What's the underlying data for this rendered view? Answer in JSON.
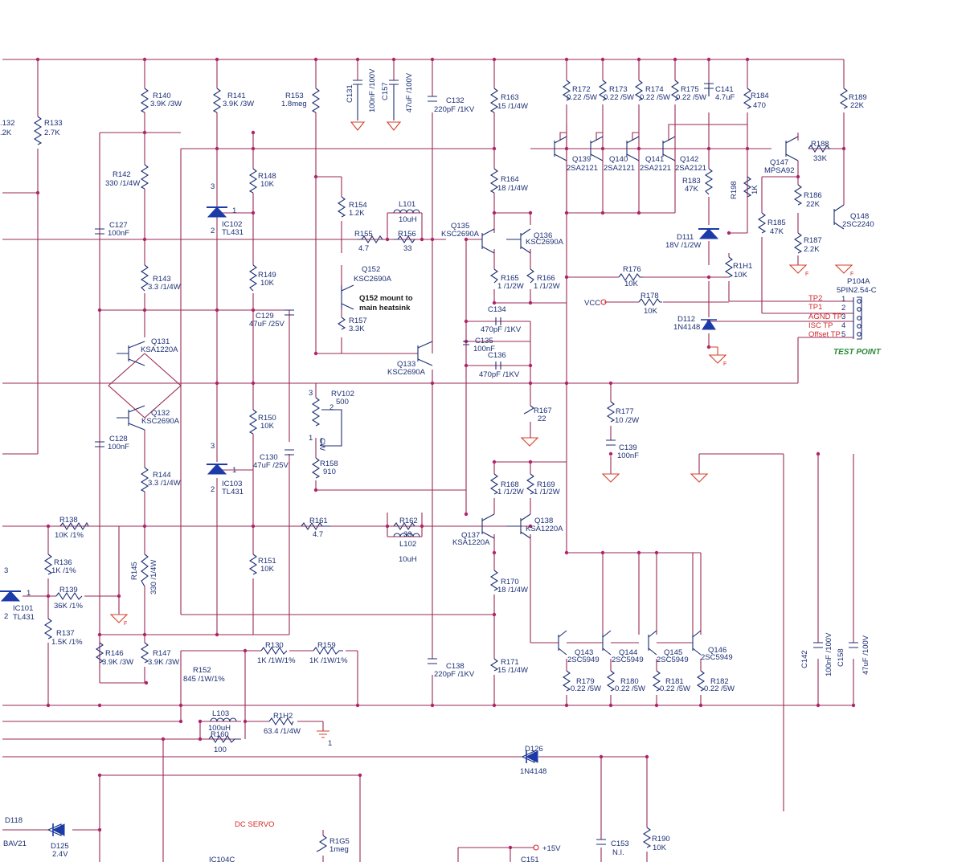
{
  "resistors": [
    {
      "id": "r133",
      "name": "R133",
      "val": "2.7K"
    },
    {
      "id": "r140",
      "name": "R140",
      "val": "3.9K /3W"
    },
    {
      "id": "r141",
      "name": "R141",
      "val": "3.9K /3W"
    },
    {
      "id": "r142",
      "name": "R142",
      "val": "330 /1/4W"
    },
    {
      "id": "r143",
      "name": "R143",
      "val": "3.3 /1/4W"
    },
    {
      "id": "r144",
      "name": "R144",
      "val": "3.3 /1/4W"
    },
    {
      "id": "r145",
      "name": "R145",
      "val": "330 /1/4W"
    },
    {
      "id": "r146",
      "name": "R146",
      "val": "3.9K /3W"
    },
    {
      "id": "r147",
      "name": "R147",
      "val": "3.9K /3W"
    },
    {
      "id": "r148",
      "name": "R148",
      "val": "10K"
    },
    {
      "id": "r149",
      "name": "R149",
      "val": "10K"
    },
    {
      "id": "r150",
      "name": "R150",
      "val": "10K"
    },
    {
      "id": "r151",
      "name": "R151",
      "val": "10K"
    },
    {
      "id": "r152",
      "name": "R152",
      "val": "845 /1W/1%"
    },
    {
      "id": "r153",
      "name": "R153",
      "val": "1.8meg"
    },
    {
      "id": "r154",
      "name": "R154",
      "val": "1.2K"
    },
    {
      "id": "r155",
      "name": "R155",
      "val": "4.7"
    },
    {
      "id": "r156",
      "name": "R156",
      "val": "33"
    },
    {
      "id": "r157",
      "name": "R157",
      "val": "3.3K"
    },
    {
      "id": "r158",
      "name": "R158",
      "val": "910"
    },
    {
      "id": "r159",
      "name": "R159",
      "val": "1K /1W/1%"
    },
    {
      "id": "r130",
      "name": "R130",
      "val": "1K /1W/1%"
    },
    {
      "id": "r160",
      "name": "R160",
      "val": "100"
    },
    {
      "id": "r161",
      "name": "R161",
      "val": "4.7"
    },
    {
      "id": "r162",
      "name": "R162",
      "val": "33"
    },
    {
      "id": "r163",
      "name": "R163",
      "val": "15 /1/4W"
    },
    {
      "id": "r164",
      "name": "R164",
      "val": "18 /1/4W"
    },
    {
      "id": "r165",
      "name": "R165",
      "val": "1 /1/2W"
    },
    {
      "id": "r166",
      "name": "R166",
      "val": "1 /1/2W"
    },
    {
      "id": "r167",
      "name": "R167",
      "val": "22"
    },
    {
      "id": "r168",
      "name": "R168",
      "val": "1 /1/2W"
    },
    {
      "id": "r169",
      "name": "R169",
      "val": "1 /1/2W"
    },
    {
      "id": "r170",
      "name": "R170",
      "val": "18 /1/4W"
    },
    {
      "id": "r171",
      "name": "R171",
      "val": "15 /1/4W"
    },
    {
      "id": "r172",
      "name": "R172",
      "val": "0.22 /5W"
    },
    {
      "id": "r173",
      "name": "R173",
      "val": "0.22 /5W"
    },
    {
      "id": "r174",
      "name": "R174",
      "val": "0.22 /5W"
    },
    {
      "id": "r175",
      "name": "R175",
      "val": "0.22 /5W"
    },
    {
      "id": "r176",
      "name": "R176",
      "val": "10K"
    },
    {
      "id": "r177",
      "name": "R177",
      "val": "10 /2W"
    },
    {
      "id": "r178",
      "name": "R178",
      "val": "10K"
    },
    {
      "id": "r179",
      "name": "R179",
      "val": "0.22 /5W"
    },
    {
      "id": "r180",
      "name": "R180",
      "val": "0.22 /5W"
    },
    {
      "id": "r181",
      "name": "R181",
      "val": "0.22 /5W"
    },
    {
      "id": "r182",
      "name": "R182",
      "val": "0.22 /5W"
    },
    {
      "id": "r183",
      "name": "R183",
      "val": "47K"
    },
    {
      "id": "r184",
      "name": "R184",
      "val": "470"
    },
    {
      "id": "r185",
      "name": "R185",
      "val": "47K"
    },
    {
      "id": "r186",
      "name": "R186",
      "val": "22K"
    },
    {
      "id": "r187",
      "name": "R187",
      "val": "2.2K"
    },
    {
      "id": "r188",
      "name": "R188",
      "val": "33K"
    },
    {
      "id": "r189",
      "name": "R189",
      "val": "22K"
    },
    {
      "id": "r190",
      "name": "R190",
      "val": "10K"
    },
    {
      "id": "r198",
      "name": "R198",
      "val": "1K"
    },
    {
      "id": "r1h1",
      "name": "R1H1",
      "val": "10K"
    },
    {
      "id": "r1h2",
      "name": "R1H2",
      "val": "63.4 /1/4W"
    },
    {
      "id": "r1g5",
      "name": "R1G5",
      "val": "1meg"
    },
    {
      "id": "r136",
      "name": "R136",
      "val": "1K /1%"
    },
    {
      "id": "r137",
      "name": "R137",
      "val": "1.5K /1%"
    },
    {
      "id": "r138",
      "name": "R138",
      "val": "10K /1%"
    },
    {
      "id": "r139",
      "name": "R139",
      "val": "36K /1%"
    }
  ],
  "capacitors": [
    {
      "id": "c127",
      "name": "C127",
      "val": "100nF"
    },
    {
      "id": "c128",
      "name": "C128",
      "val": "100nF"
    },
    {
      "id": "c129",
      "name": "C129",
      "val": "47uF /25V"
    },
    {
      "id": "c130",
      "name": "C130",
      "val": "47uF /25V"
    },
    {
      "id": "c131",
      "name": "C131",
      "val": "100nF /100V"
    },
    {
      "id": "c157",
      "name": "C157",
      "val": "47uF /100V"
    },
    {
      "id": "c132",
      "name": "C132",
      "val": "220pF /1KV"
    },
    {
      "id": "c134",
      "name": "C134",
      "val": "470pF /1KV"
    },
    {
      "id": "c135",
      "name": "C135",
      "val": "100nF"
    },
    {
      "id": "c136",
      "name": "C136",
      "val": "470pF /1KV"
    },
    {
      "id": "c138",
      "name": "C138",
      "val": "220pF /1KV"
    },
    {
      "id": "c139",
      "name": "C139",
      "val": "100nF"
    },
    {
      "id": "c141",
      "name": "C141",
      "val": "4.7uF"
    },
    {
      "id": "c142",
      "name": "C142",
      "val": "100nF /100V"
    },
    {
      "id": "c158",
      "name": "C158",
      "val": "47uF /100V"
    },
    {
      "id": "c153",
      "name": "C153",
      "val": "N.I."
    },
    {
      "id": "c151",
      "name": "C151",
      "val": ""
    }
  ],
  "transistors": [
    {
      "id": "q131",
      "name": "Q131",
      "val": "KSA1220A"
    },
    {
      "id": "q132",
      "name": "Q132",
      "val": "KSC2690A"
    },
    {
      "id": "q133",
      "name": "Q133",
      "val": "KSC2690A"
    },
    {
      "id": "q135",
      "name": "Q135",
      "val": "KSC2690A"
    },
    {
      "id": "q136",
      "name": "Q136",
      "val": "KSC2690A"
    },
    {
      "id": "q137",
      "name": "Q137",
      "val": "KSA1220A"
    },
    {
      "id": "q138",
      "name": "Q138",
      "val": "KSA1220A"
    },
    {
      "id": "q139",
      "name": "Q139",
      "val": "2SA2121"
    },
    {
      "id": "q140",
      "name": "Q140",
      "val": "2SA2121"
    },
    {
      "id": "q141",
      "name": "Q141",
      "val": "2SA2121"
    },
    {
      "id": "q142",
      "name": "Q142",
      "val": "2SA2121"
    },
    {
      "id": "q143",
      "name": "Q143",
      "val": "2SC5949"
    },
    {
      "id": "q144",
      "name": "Q144",
      "val": "2SC5949"
    },
    {
      "id": "q145",
      "name": "Q145",
      "val": "2SC5949"
    },
    {
      "id": "q146",
      "name": "Q146",
      "val": "2SC5949"
    },
    {
      "id": "q147",
      "name": "Q147",
      "val": "MPSA92"
    },
    {
      "id": "q148",
      "name": "Q148",
      "val": "2SC2240"
    },
    {
      "id": "q152",
      "name": "Q152",
      "val": "KSC2690A"
    }
  ],
  "ics": [
    {
      "id": "ic101",
      "name": "IC101",
      "val": "TL431"
    },
    {
      "id": "ic102",
      "name": "IC102",
      "val": "TL431"
    },
    {
      "id": "ic103",
      "name": "IC103",
      "val": "TL431"
    }
  ],
  "diodes": [
    {
      "id": "d111",
      "name": "D111",
      "val": "18V /1/2W"
    },
    {
      "id": "d112",
      "name": "D112",
      "val": "1N4148"
    },
    {
      "id": "d118",
      "name": "D118",
      "val": "BAV21"
    },
    {
      "id": "d125",
      "name": "D125",
      "val": "2.4V"
    },
    {
      "id": "d126",
      "name": "D126",
      "val": "1N4148"
    }
  ],
  "inductors": [
    {
      "id": "l101",
      "name": "L101",
      "val": "10uH"
    },
    {
      "id": "l102",
      "name": "L102",
      "val": "10uH"
    },
    {
      "id": "l103",
      "name": "L103",
      "val": "100uH"
    }
  ],
  "pot": {
    "name": "RV102",
    "val": "500",
    "cw": "CW"
  },
  "connector": {
    "name": "P104A",
    "val": "5PIN2.54-C",
    "title": "TEST POINT",
    "pins": [
      {
        "num": "1",
        "label": "TP2"
      },
      {
        "num": "2",
        "label": "TP1"
      },
      {
        "num": "3",
        "label": "AGND TP"
      },
      {
        "num": "4",
        "label": "ISC TP"
      },
      {
        "num": "5",
        "label": "Offset TP"
      }
    ]
  },
  "notes": {
    "heatsink_line1": "Q152 mount to",
    "heatsink_line2": "main heatsink",
    "dc_servo": "DC SERVO",
    "vcc": "VCC",
    "plus15": "+15V",
    "ic104": "IC104C",
    "partial_c132a": ".132",
    "partial_c132b": ".2K",
    "gnd_mark": "F",
    "one": "1",
    "two": "2",
    "three": "3"
  },
  "colors": {
    "wire": "#9a2a55",
    "component": "#1c2f74",
    "zener": "#1c3aa8",
    "test_label": "#d42a2a",
    "test_title": "#2a8a3a"
  }
}
